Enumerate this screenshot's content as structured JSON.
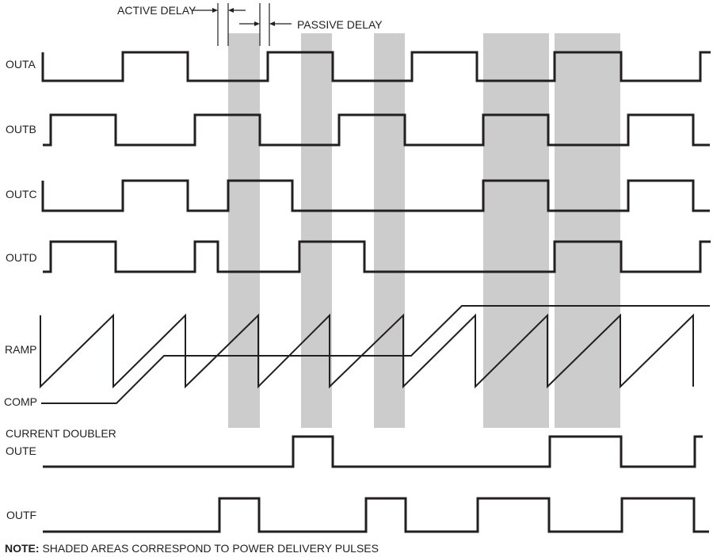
{
  "annotations": {
    "active_delay": "ACTIVE DELAY",
    "passive_delay": "PASSIVE DELAY"
  },
  "signals": {
    "outa": "OUTA",
    "outb": "OUTB",
    "outc": "OUTC",
    "outd": "OUTD",
    "ramp": "RAMP",
    "comp": "COMP",
    "current_doubler": "CURRENT DOUBLER",
    "oute": "OUTE",
    "outf": "OUTF"
  },
  "note": {
    "label": "NOTE:",
    "text": " SHADED AREAS CORRESPOND TO POWER DELIVERY PULSES"
  },
  "colors": {
    "trace": "#231f20",
    "shade": "#cccccc"
  }
}
